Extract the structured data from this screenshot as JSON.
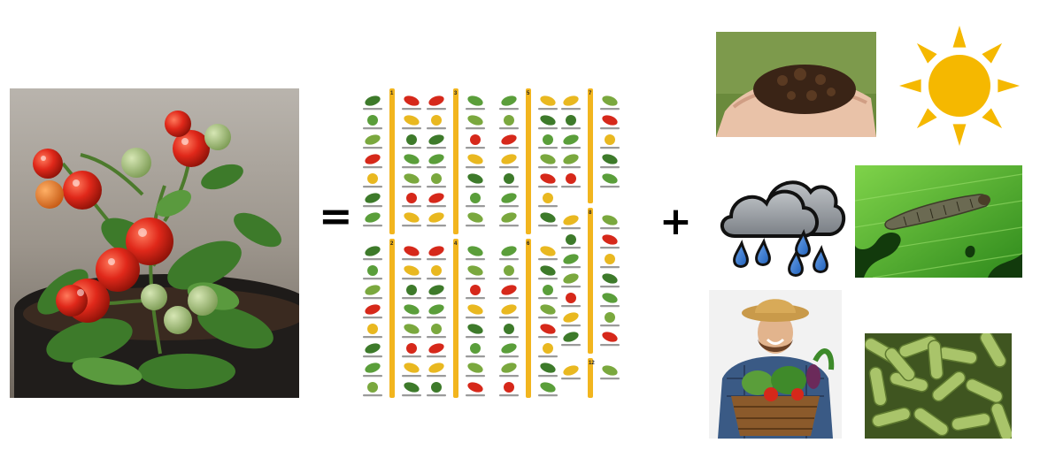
{
  "operators": {
    "equals": "=",
    "plus": "+"
  },
  "panels": {
    "tomato_plant": {
      "icon": "tomato-plant-photo"
    },
    "chromosome_map": {
      "icon": "chromosome-gene-map",
      "columns": [
        {
          "chromosomes": [
            "1",
            "2"
          ]
        },
        {
          "chromosomes": [
            "3",
            "4"
          ]
        },
        {
          "chromosomes": [
            "5",
            "6"
          ]
        },
        {
          "chromosomes": [
            "7",
            "8",
            "12"
          ]
        }
      ]
    },
    "soil": {
      "icon": "soil-in-hands-photo"
    },
    "sun": {
      "icon": "sun-icon",
      "color": "#F5B800"
    },
    "rain_cloud": {
      "icon": "rain-cloud-icon",
      "cloud_color": "#9aa0a6",
      "drop_color": "#3a7bd5"
    },
    "caterpillar": {
      "icon": "caterpillar-on-leaf-photo"
    },
    "farmer": {
      "icon": "farmer-with-vegetables-photo"
    },
    "bacteria": {
      "icon": "bacteria-micrograph-photo"
    }
  }
}
